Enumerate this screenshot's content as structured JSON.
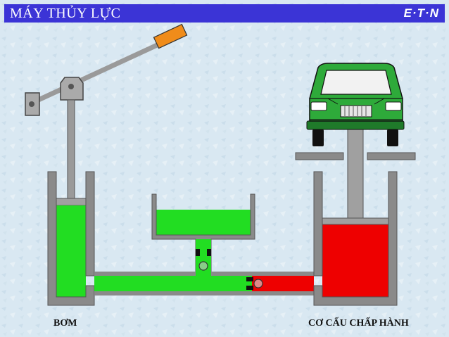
{
  "header": {
    "title": "MÁY THỦY LỰC",
    "logo_text": "E·T·N"
  },
  "labels": {
    "pump": "BƠM",
    "actuator": "CƠ CẤU CHẤP HÀNH"
  },
  "colors": {
    "header_bg": "#3b34d6",
    "fluid_green": "#22dd22",
    "fluid_red": "#ee0000",
    "vehicle_green": "#2eaa3a",
    "handle_orange": "#f08c1a",
    "wall_gray": "#8a8a8a"
  },
  "icons": {
    "logo": "eaton-logo",
    "vehicle": "car-icon",
    "check_valve": "check-valve-icon"
  }
}
